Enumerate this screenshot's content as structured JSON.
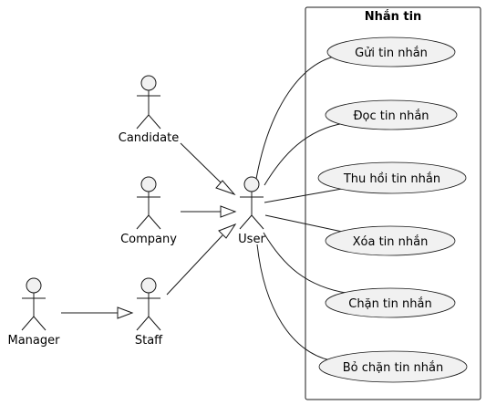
{
  "package": {
    "title": "Nhắn tin"
  },
  "actors": {
    "candidate": "Candidate",
    "company": "Company",
    "user": "User",
    "manager": "Manager",
    "staff": "Staff"
  },
  "use_cases": {
    "send": "Gửi tin nhắn",
    "read": "Đọc tin nhắn",
    "recall": "Thu hồi tin nhắn",
    "delete": "Xóa tin nhắn",
    "block": "Chặn tin nhắn",
    "unblock": "Bỏ chặn tin nhắn"
  }
}
